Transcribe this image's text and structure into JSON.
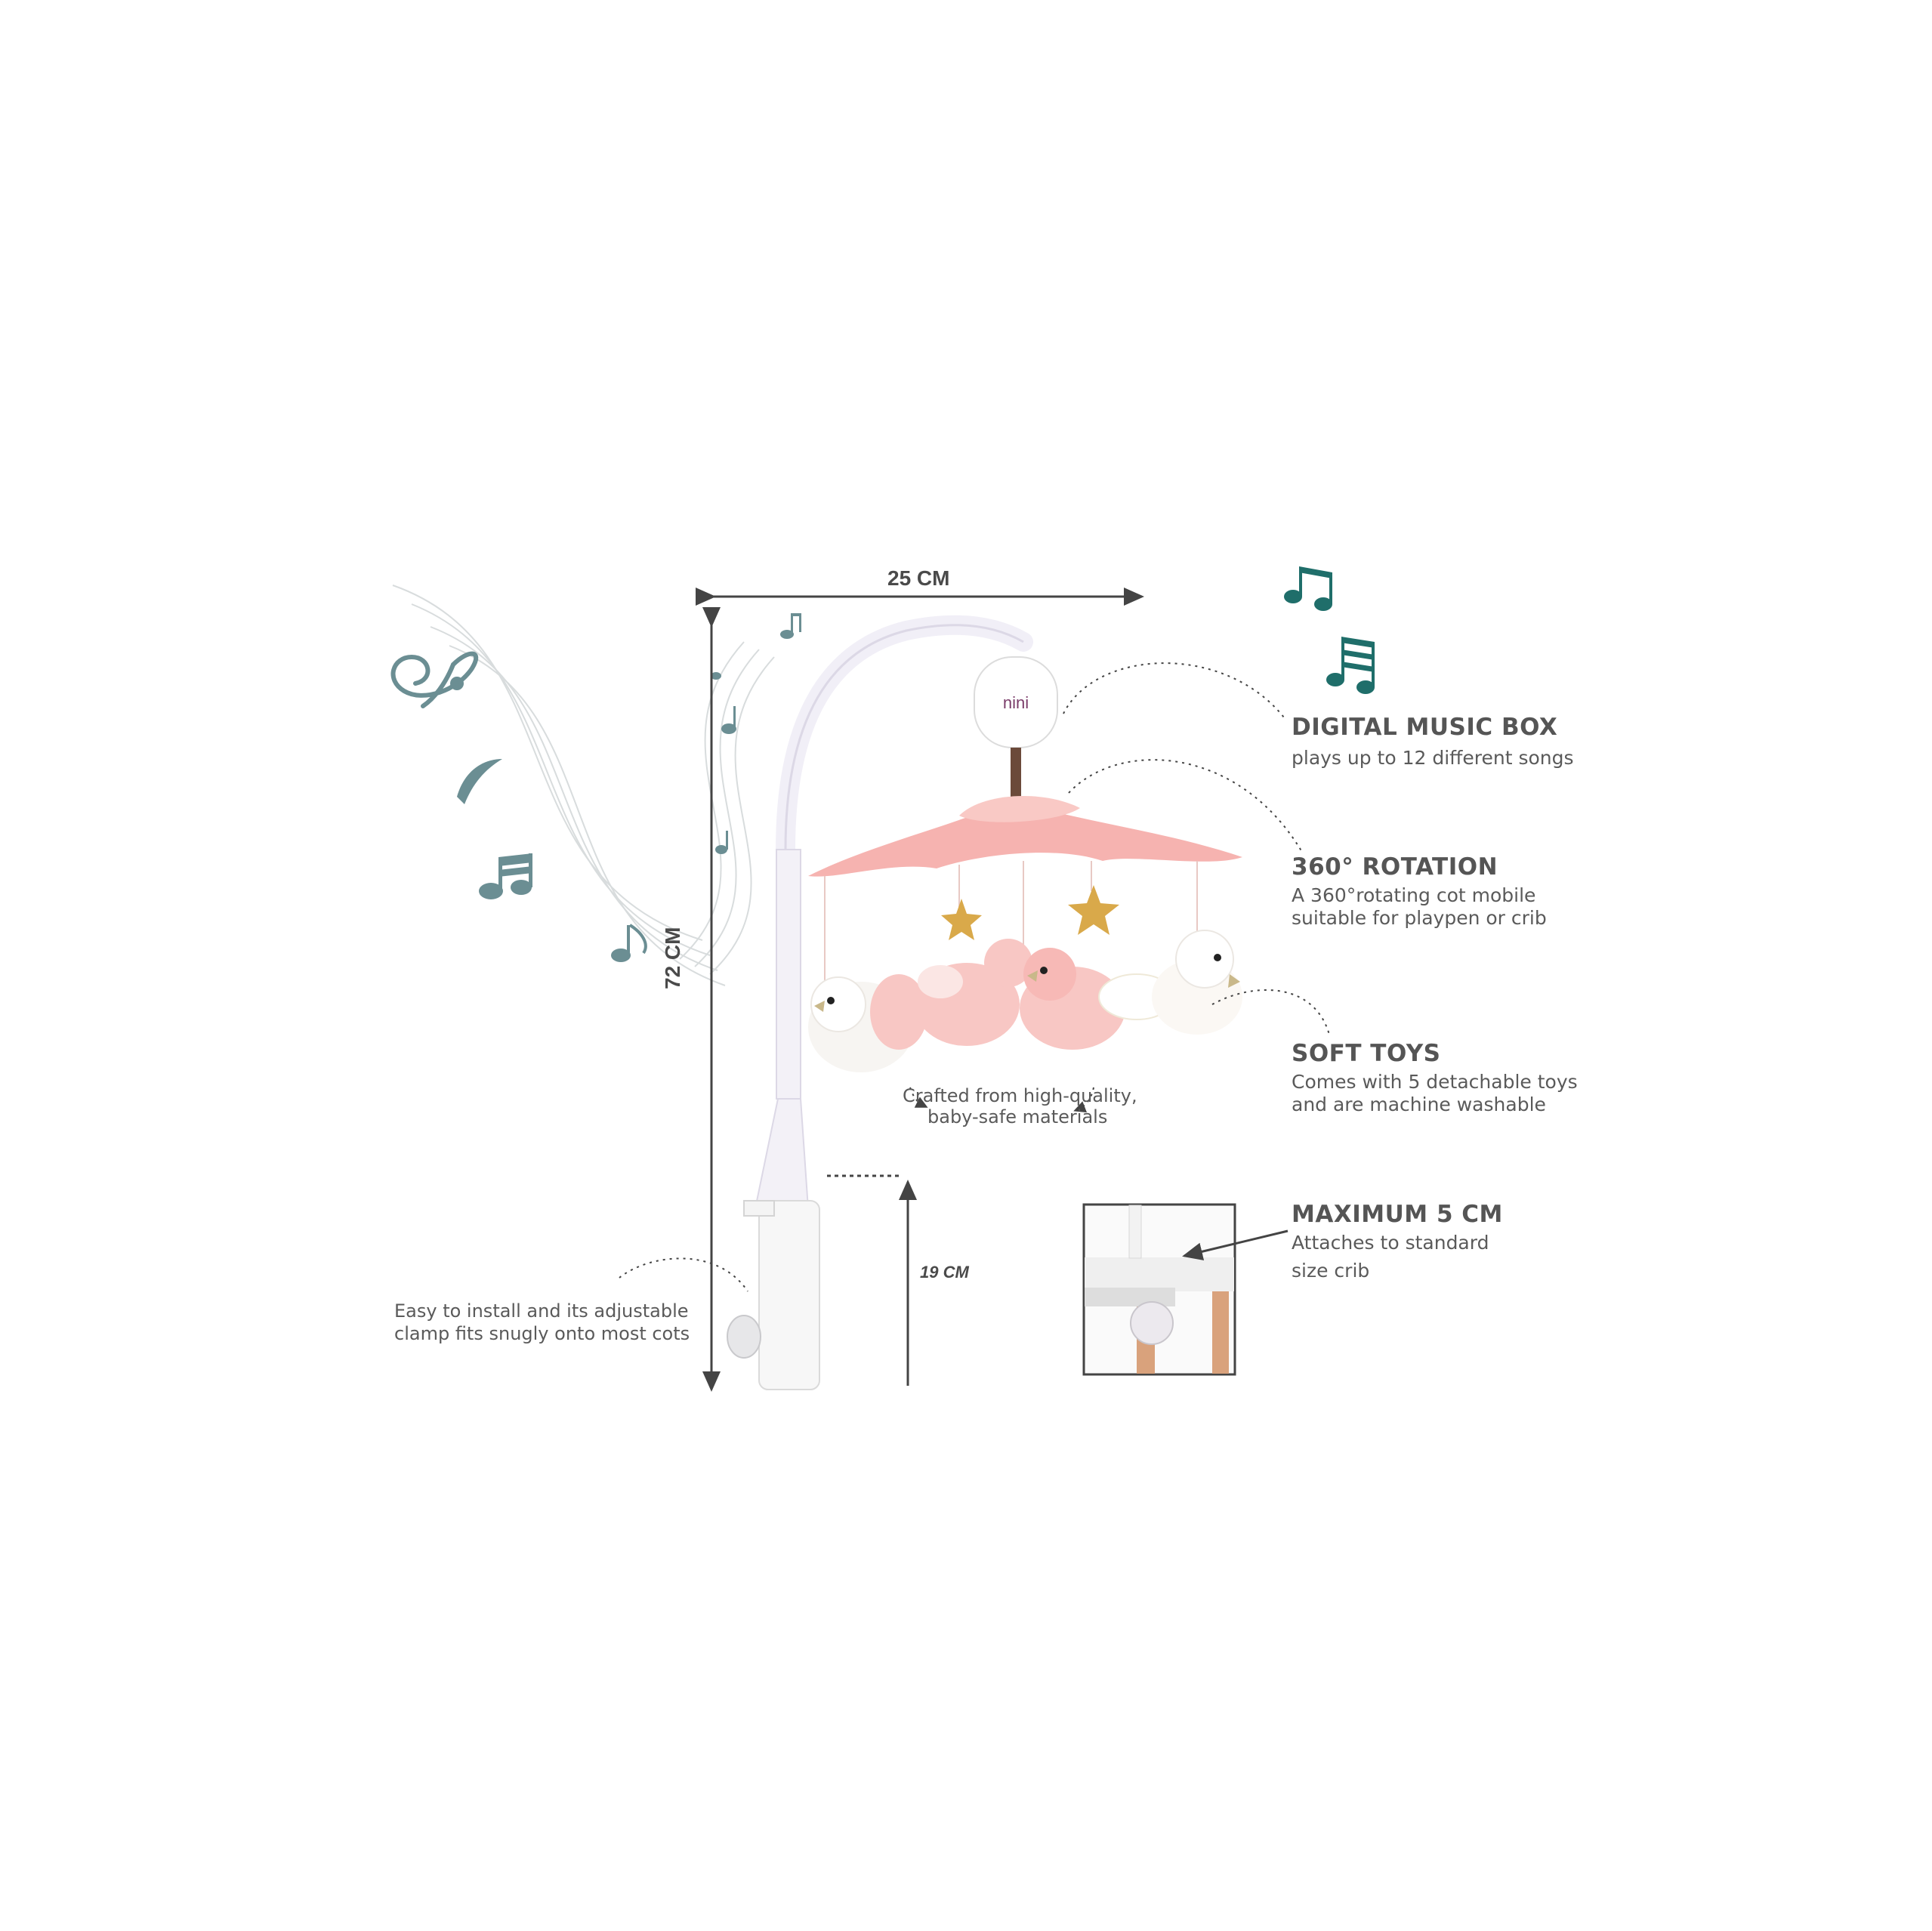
{
  "dimensions": {
    "width_label": "25 CM",
    "height_label": "72 CM",
    "clamp_height_label": "19 CM"
  },
  "product": {
    "brand_logo_text": "nini"
  },
  "features": {
    "music_box": {
      "title": "DIGITAL MUSIC BOX",
      "description": "plays up to 12 different songs"
    },
    "rotation": {
      "title": "360° ROTATION",
      "description_line1": "A 360°rotating cot mobile",
      "description_line2": "suitable for playpen or crib"
    },
    "soft_toys": {
      "title": "SOFT TOYS",
      "description_line1": "Comes with 5 detachable toys",
      "description_line2": "and  are machine washable"
    },
    "clamp": {
      "title": "MAXIMUM 5 CM",
      "description_line1": "Attaches to standard",
      "description_line2": "size crib"
    }
  },
  "notes": {
    "materials_line1": "Crafted from high-quality,",
    "materials_line2": "baby-safe materials",
    "install_line1": "Easy to install and its adjustable",
    "install_line2": "clamp fits snugly onto most cots"
  },
  "colors": {
    "text": "#555555",
    "dimension_line": "#444444",
    "music_notes": "#6b8e93",
    "dark_notes": "#1f6e6a",
    "canopy_pink": "#f6b3b0",
    "arm_white": "#f4f2f8",
    "star_gold": "#d9a94a",
    "crib_wood": "#d9a27c"
  },
  "icons": [
    "treble-clef-icon",
    "music-note-icon",
    "beamed-notes-icon"
  ]
}
